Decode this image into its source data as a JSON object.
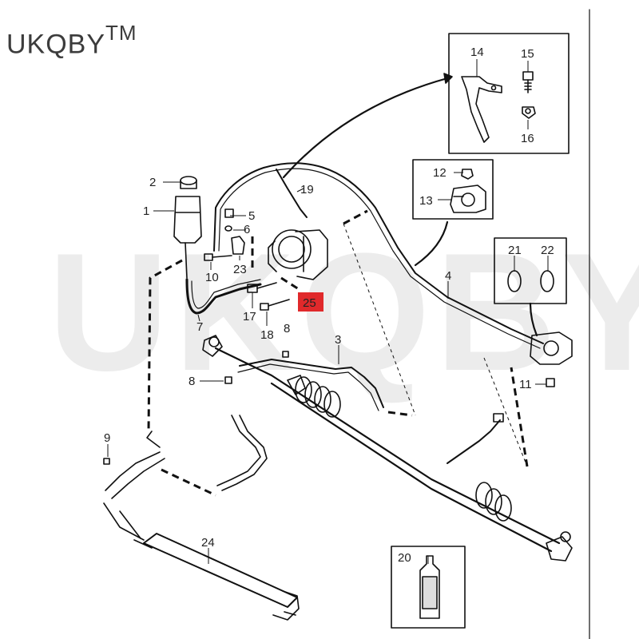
{
  "brand": {
    "name": "UKQBY",
    "mark": "TM"
  },
  "watermark": {
    "name": "UKQBY",
    "mark": "TM"
  },
  "highlight_color": "#e0292b",
  "highlighted_part": "25",
  "callouts": {
    "c1": "1",
    "c2": "2",
    "c3": "3",
    "c4": "4",
    "c5": "5",
    "c6": "6",
    "c7": "7",
    "c8a": "8",
    "c8b": "8",
    "c9": "9",
    "c10": "10",
    "c11": "11",
    "c12": "12",
    "c13": "13",
    "c14": "14",
    "c15": "15",
    "c16": "16",
    "c17": "17",
    "c18": "18",
    "c19": "19",
    "c20": "20",
    "c21": "21",
    "c22": "22",
    "c23": "23",
    "c24": "24",
    "c25": "25"
  }
}
